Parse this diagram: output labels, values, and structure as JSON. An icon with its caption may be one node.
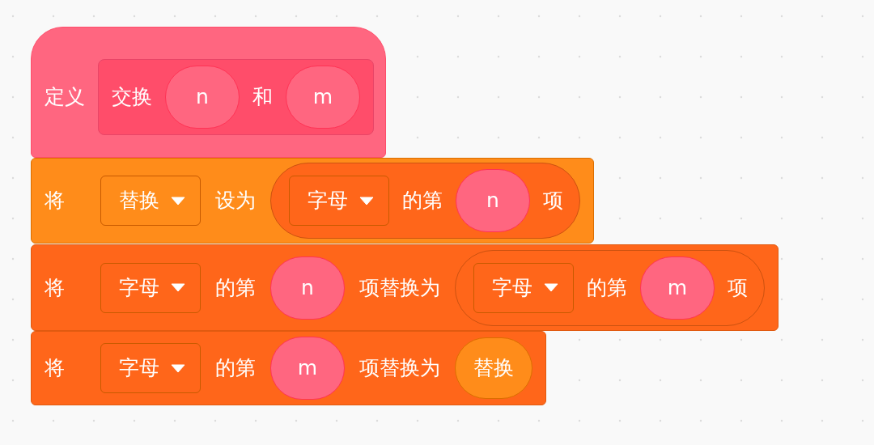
{
  "diagram": {
    "nodes": [
      {
        "text": [
          "定义"
        ]
      },
      {
        "text": [
          "交换",
          "和"
        ],
        "in": 0
      },
      {
        "text": [
          "n"
        ],
        "in": 1
      },
      {
        "text": [
          "m"
        ],
        "in": 1
      },
      {
        "text": [
          "将",
          "设为"
        ]
      },
      {
        "text": [
          "替换"
        ],
        "in": 4
      },
      {
        "text": [
          "的第",
          "项"
        ],
        "in": 4
      },
      {
        "text": [
          "字母"
        ],
        "in": 6
      },
      {
        "text": [
          "n"
        ],
        "in": 6
      },
      {
        "text": [
          "将",
          "的第",
          "项替换为"
        ]
      },
      {
        "text": [
          "字母"
        ],
        "in": 9
      },
      {
        "text": [
          "n"
        ],
        "in": 9
      },
      {
        "text": [
          "的第",
          "项"
        ],
        "in": 9
      },
      {
        "text": [
          "字母"
        ],
        "in": 12
      },
      {
        "text": [
          "m"
        ],
        "in": 12
      },
      {
        "text": [
          "将",
          "的第",
          "项替换为"
        ]
      },
      {
        "text": [
          "字母"
        ],
        "in": 15
      },
      {
        "text": [
          "m"
        ],
        "in": 15
      },
      {
        "text": [
          "替换"
        ],
        "in": 15
      }
    ]
  }
}
